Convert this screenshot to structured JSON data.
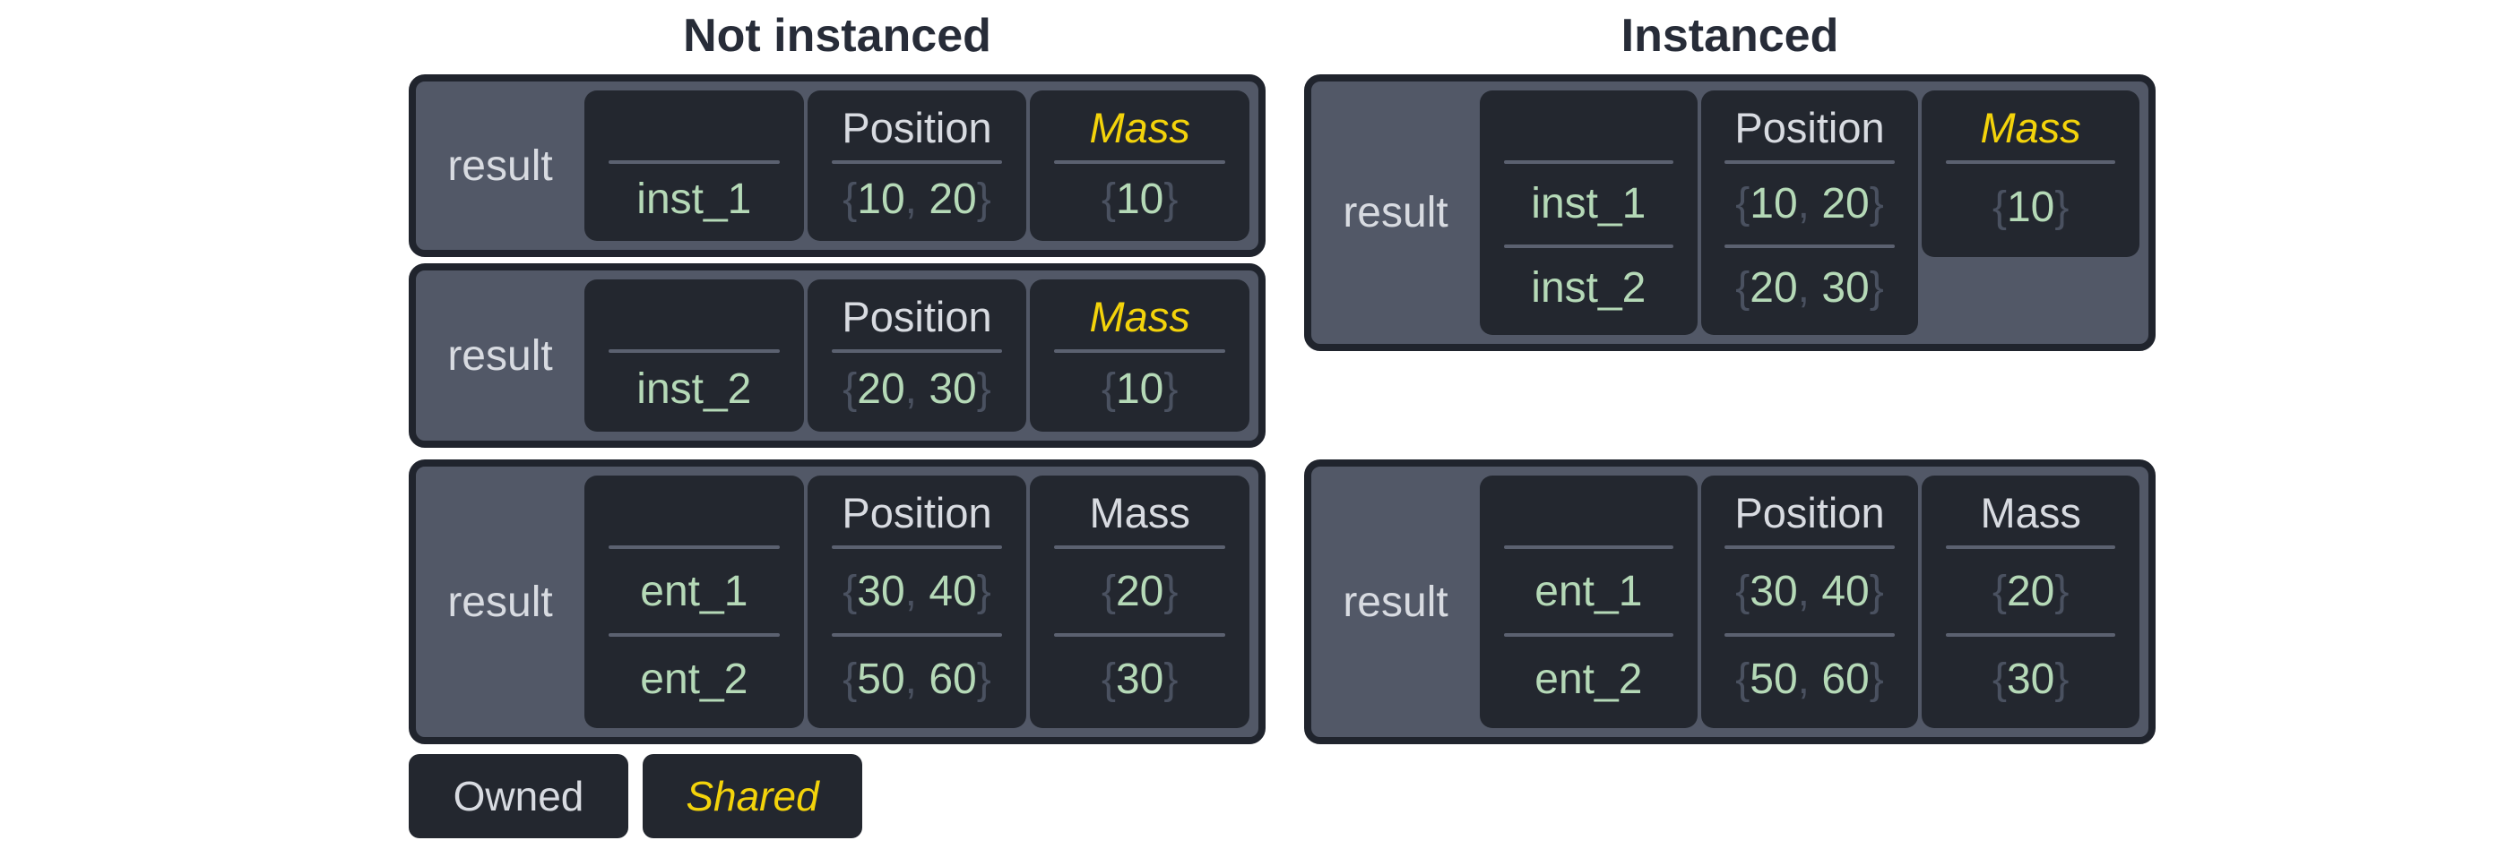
{
  "titles": {
    "left": "Not instanced",
    "right": "Instanced"
  },
  "legend": {
    "owned": "Owned",
    "shared": "Shared"
  },
  "colors": {
    "title_text": "#272c38",
    "border_dark": "#20242d",
    "table_fill": "#525867",
    "cell_fill": "#23272f",
    "header_text": "#d8dbe1",
    "divider": "#5b6170",
    "value_green": "#b5d9b7",
    "punctuation_gray": "#4a5160",
    "shared_accent": "#f3d30b"
  },
  "tables": [
    {
      "id": "not-instanced-1",
      "result_label": "result",
      "columns": [
        {
          "header": "",
          "shared": false,
          "values": [
            "inst_1"
          ]
        },
        {
          "header": "Position",
          "shared": false,
          "values": [
            "{10, 20}"
          ]
        },
        {
          "header": "Mass",
          "shared": true,
          "values": [
            "{10}"
          ]
        }
      ]
    },
    {
      "id": "not-instanced-2",
      "result_label": "result",
      "columns": [
        {
          "header": "",
          "shared": false,
          "values": [
            "inst_2"
          ]
        },
        {
          "header": "Position",
          "shared": false,
          "values": [
            "{20, 30}"
          ]
        },
        {
          "header": "Mass",
          "shared": true,
          "values": [
            "{10}"
          ]
        }
      ]
    },
    {
      "id": "not-instanced-3",
      "result_label": "result",
      "columns": [
        {
          "header": "",
          "shared": false,
          "values": [
            "ent_1",
            "ent_2"
          ]
        },
        {
          "header": "Position",
          "shared": false,
          "values": [
            "{30, 40}",
            "{50, 60}"
          ]
        },
        {
          "header": "Mass",
          "shared": false,
          "values": [
            "{20}",
            "{30}"
          ]
        }
      ]
    },
    {
      "id": "instanced-1",
      "result_label": "result",
      "columns": [
        {
          "header": "",
          "shared": false,
          "values": [
            "inst_1",
            "inst_2"
          ]
        },
        {
          "header": "Position",
          "shared": false,
          "values": [
            "{10, 20}",
            "{20, 30}"
          ]
        },
        {
          "header": "Mass",
          "shared": true,
          "single_cell": true,
          "values": [
            "{10}"
          ]
        }
      ]
    },
    {
      "id": "instanced-2",
      "result_label": "result",
      "columns": [
        {
          "header": "",
          "shared": false,
          "values": [
            "ent_1",
            "ent_2"
          ]
        },
        {
          "header": "Position",
          "shared": false,
          "values": [
            "{30, 40}",
            "{50, 60}"
          ]
        },
        {
          "header": "Mass",
          "shared": false,
          "values": [
            "{20}",
            "{30}"
          ]
        }
      ]
    }
  ]
}
